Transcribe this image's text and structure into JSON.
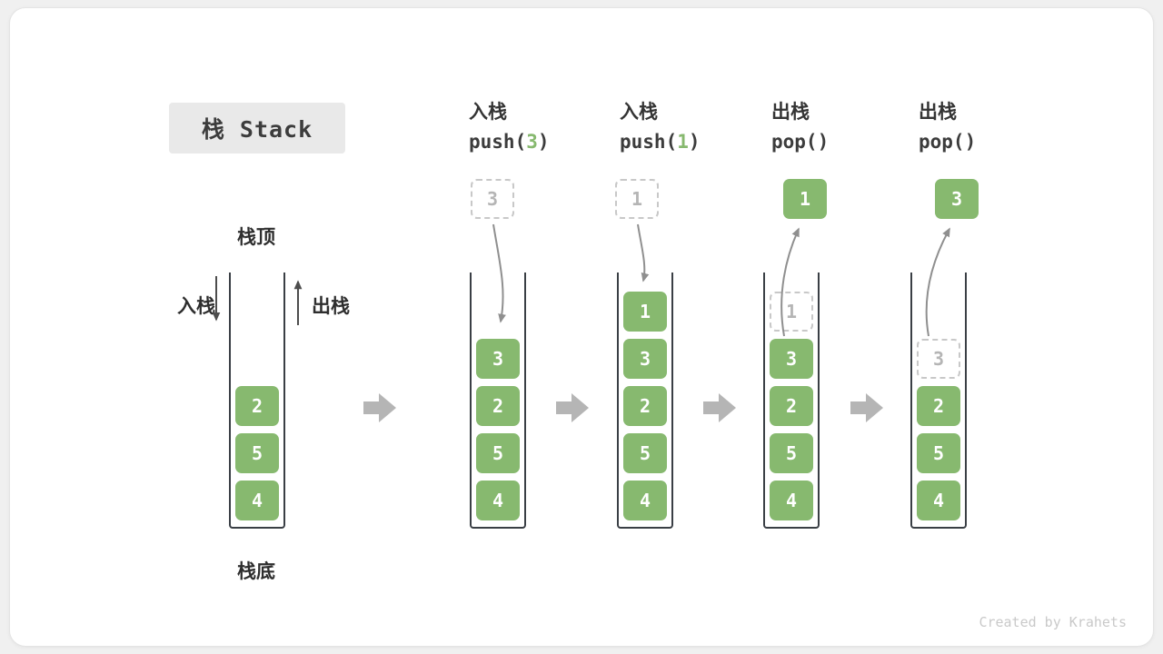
{
  "title": "栈 Stack",
  "footer": "Created by Krahets",
  "colors": {
    "accent-green": "#87b96f",
    "ghost-border": "#c8c8c8",
    "ghost-text": "#b5b5b5",
    "stack-border": "#3a3f45",
    "flow-arrow": "#b5b5b5",
    "curve-arrow": "#8f8f8f",
    "title-bg": "#e9e9e9",
    "page-bg": "#f0f0f0"
  },
  "labels": {
    "stack_top": "栈顶",
    "stack_bottom": "栈底",
    "push": "入栈",
    "pop": "出栈"
  },
  "columns": [
    {
      "name": "initial",
      "cells": [
        {
          "value": "2"
        },
        {
          "value": "5"
        },
        {
          "value": "4"
        }
      ]
    },
    {
      "name": "push-3",
      "action": "入栈",
      "op_prefix": "push(",
      "op_arg": "3",
      "op_suffix": ")",
      "floating": {
        "value": "3",
        "ghost": true
      },
      "cells": [
        {
          "value": "3"
        },
        {
          "value": "2"
        },
        {
          "value": "5"
        },
        {
          "value": "4"
        }
      ]
    },
    {
      "name": "push-1",
      "action": "入栈",
      "op_prefix": "push(",
      "op_arg": "1",
      "op_suffix": ")",
      "floating": {
        "value": "1",
        "ghost": true
      },
      "cells": [
        {
          "value": "1"
        },
        {
          "value": "3"
        },
        {
          "value": "2"
        },
        {
          "value": "5"
        },
        {
          "value": "4"
        }
      ]
    },
    {
      "name": "pop-first",
      "action": "出栈",
      "op_prefix": "pop(",
      "op_arg": "",
      "op_suffix": ")",
      "floating": {
        "value": "1",
        "ghost": false
      },
      "cells": [
        {
          "value": "1",
          "ghost": true
        },
        {
          "value": "3"
        },
        {
          "value": "2"
        },
        {
          "value": "5"
        },
        {
          "value": "4"
        }
      ]
    },
    {
      "name": "pop-second",
      "action": "出栈",
      "op_prefix": "pop(",
      "op_arg": "",
      "op_suffix": ")",
      "floating": {
        "value": "3",
        "ghost": false
      },
      "cells": [
        {
          "value": "3",
          "ghost": true
        },
        {
          "value": "2"
        },
        {
          "value": "5"
        },
        {
          "value": "4"
        }
      ]
    }
  ]
}
